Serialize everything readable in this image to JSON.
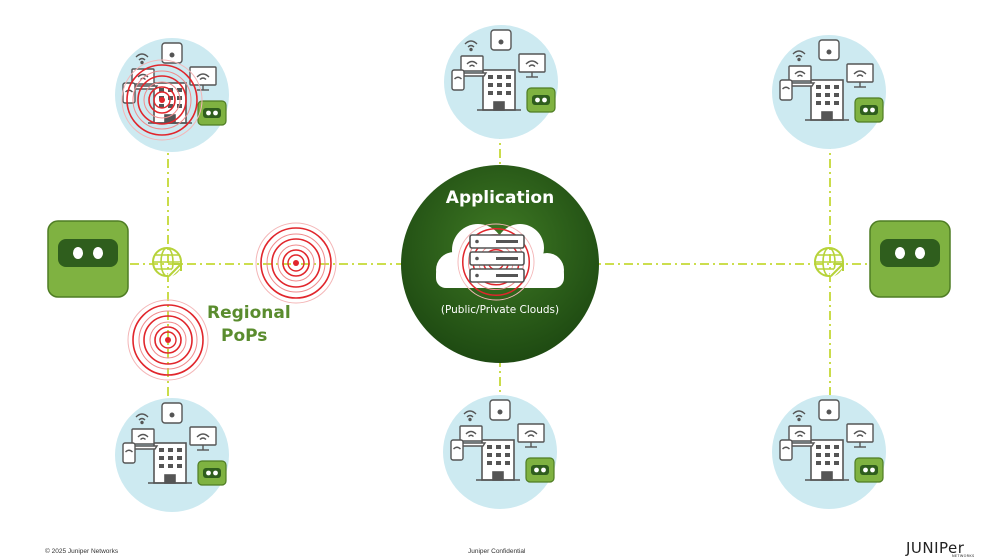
{
  "application": {
    "title": "Application",
    "subtitle": "(Public/Private Clouds)"
  },
  "regional_pops": {
    "line1": "Regional",
    "line2": "PoPs"
  },
  "footer": {
    "copyright": "© 2025 Juniper Networks",
    "confidential": "Juniper Confidential",
    "logo_word": "JUNIPer",
    "logo_sub": "NETWORKS"
  },
  "colors": {
    "site_bg": "#cdeaf1",
    "green_dark": "#2f5e1d",
    "green_mid": "#5a8c2e",
    "green_light": "#7fb241",
    "dash_line": "#c5d936",
    "signal_red": "#e1262c",
    "device_stroke": "#555555"
  },
  "icons": [
    "building-icon",
    "laptop-icon",
    "phone-icon",
    "monitor-icon",
    "access-point-icon",
    "wifi-icon",
    "agent-box-icon",
    "globe-icon",
    "cloud-icon",
    "server-stack-icon",
    "signal-rings-icon"
  ]
}
